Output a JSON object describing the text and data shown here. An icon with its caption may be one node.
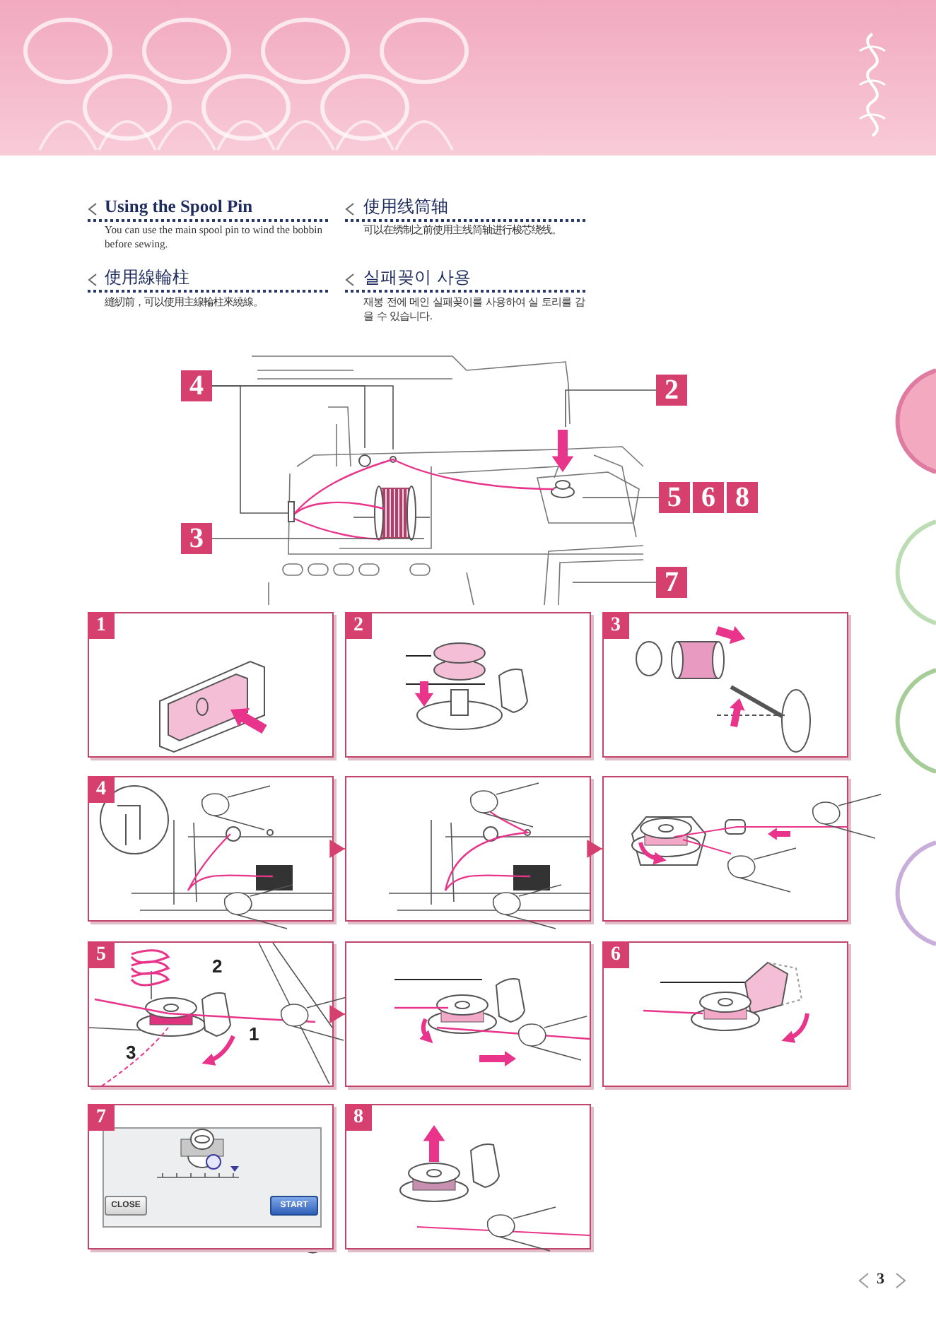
{
  "diagram": {
    "nodes": [
      {
        "text": [
          "4"
        ]
      },
      {
        "text": [
          "2"
        ]
      },
      {
        "text": [
          "5"
        ]
      },
      {
        "text": [
          "6"
        ]
      },
      {
        "text": [
          "8"
        ]
      },
      {
        "text": [
          "3"
        ]
      },
      {
        "text": [
          "7"
        ]
      },
      {
        "text": [
          "1"
        ]
      },
      {
        "text": [
          "2"
        ]
      },
      {
        "text": [
          "3"
        ]
      },
      {
        "text": [
          "4"
        ]
      },
      {
        "text": [],
        "shape": "box"
      },
      {
        "text": [],
        "shape": "box"
      },
      {
        "text": [
          "5"
        ]
      },
      {
        "text": [],
        "shape": "box"
      },
      {
        "text": [
          "6"
        ]
      },
      {
        "text": [
          "7"
        ]
      },
      {
        "text": [
          "8"
        ]
      }
    ],
    "edges": [
      {
        "from": 0,
        "to": null,
        "arrow": "none"
      },
      {
        "from": 0,
        "to": null,
        "arrow": "none"
      },
      {
        "from": 0,
        "to": null,
        "arrow": "none"
      },
      {
        "from": 1,
        "to": null,
        "arrow": "none"
      },
      {
        "from": 2,
        "to": null,
        "arrow": "none"
      },
      {
        "from": 5,
        "to": null,
        "arrow": "none"
      },
      {
        "from": 6,
        "to": null,
        "arrow": "none"
      },
      {
        "from": 10,
        "to": 11,
        "arrow": "to",
        "color": "#d6406e"
      },
      {
        "from": 11,
        "to": 12,
        "arrow": "to",
        "color": "#d6406e"
      },
      {
        "from": 13,
        "to": 14,
        "arrow": "to",
        "color": "#d6406e"
      }
    ],
    "labels": [
      "Using the Spool Pin",
      "You can use the main spool pin to wind the bobbin before sewing.",
      "使用线筒轴",
      "可以在绣制之前使用主线筒轴进行梭芯绕线。",
      "使用線輪柱",
      "縫紉前，可以使用主線輪柱來繞線。",
      "실패꽂이 사용",
      "재봉 전에 메인 실패꽂이를 사용하여 실 토리를 감을 수 있습니다.",
      "2",
      "1",
      "3",
      "CLOSE",
      "START",
      "3"
    ]
  }
}
